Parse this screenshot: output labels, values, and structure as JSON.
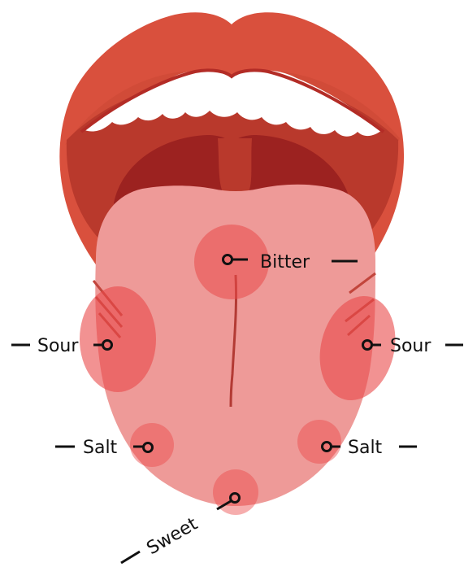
{
  "labels": {
    "bitter": "Bitter",
    "sour_left": "Sour",
    "sour_right": "Sour",
    "salt_left": "Salt",
    "salt_right": "Salt",
    "sweet": "Sweet"
  },
  "colors": {
    "lips": "#d9503d",
    "lips_dark": "#c94634",
    "mouth_inner": "#9c2220",
    "mouth_mid": "#b9392c",
    "teeth": "#ffffff",
    "tongue": "#ee9a98",
    "taste_zone": "#ea4a4a",
    "midline": "#b33a34",
    "label_ink": "#111111"
  }
}
